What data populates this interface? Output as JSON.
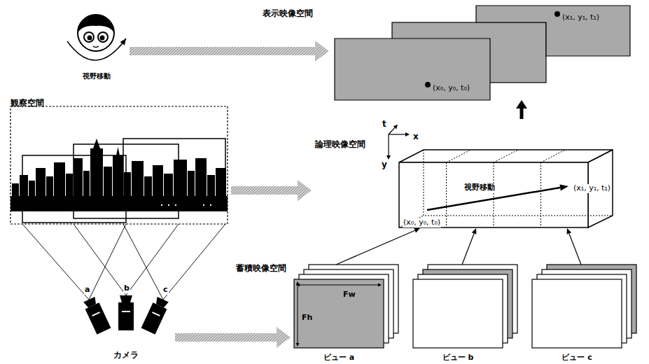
{
  "diagram": {
    "nodes": [
      {
        "text": [
          "視野移動"
        ]
      },
      {
        "text": [
          "表示映像空間"
        ]
      },
      {
        "text": [
          "(x₀, y₀, t₀)"
        ],
        "in": 1
      },
      {
        "text": [
          "(x₁, y₁, t₁)"
        ],
        "in": 1
      },
      {
        "text": [
          "論理映像空間"
        ]
      },
      {
        "text": [
          "観察空間"
        ]
      },
      {
        "text": [
          "カメラ"
        ]
      },
      {
        "text": [
          "蓄積映像空間"
        ]
      },
      {
        "text": [
          "ビュー a",
          "Fw",
          "Fh"
        ],
        "in": 7
      },
      {
        "text": [
          "ビュー b"
        ],
        "in": 7
      },
      {
        "text": [
          "ビュー c"
        ],
        "in": 7
      }
    ],
    "edges": [
      {
        "from": 0,
        "to": 1,
        "arrow": "to"
      },
      {
        "from": 4,
        "to": 1,
        "arrow": "to"
      },
      {
        "from": 5,
        "to": 4,
        "arrow": "to"
      },
      {
        "from": 6,
        "to": 7,
        "arrow": "to"
      },
      {
        "from": 8,
        "to": 4,
        "arrow": "to"
      },
      {
        "from": 9,
        "to": 4,
        "arrow": "to"
      },
      {
        "from": 10,
        "to": 4,
        "arrow": "to"
      }
    ],
    "labels": [
      "t",
      "x",
      "y",
      "視野移動",
      "(x₀, y₀, t₀)",
      "(x₁, y₁, t₁)",
      "a",
      "b",
      "c"
    ]
  }
}
